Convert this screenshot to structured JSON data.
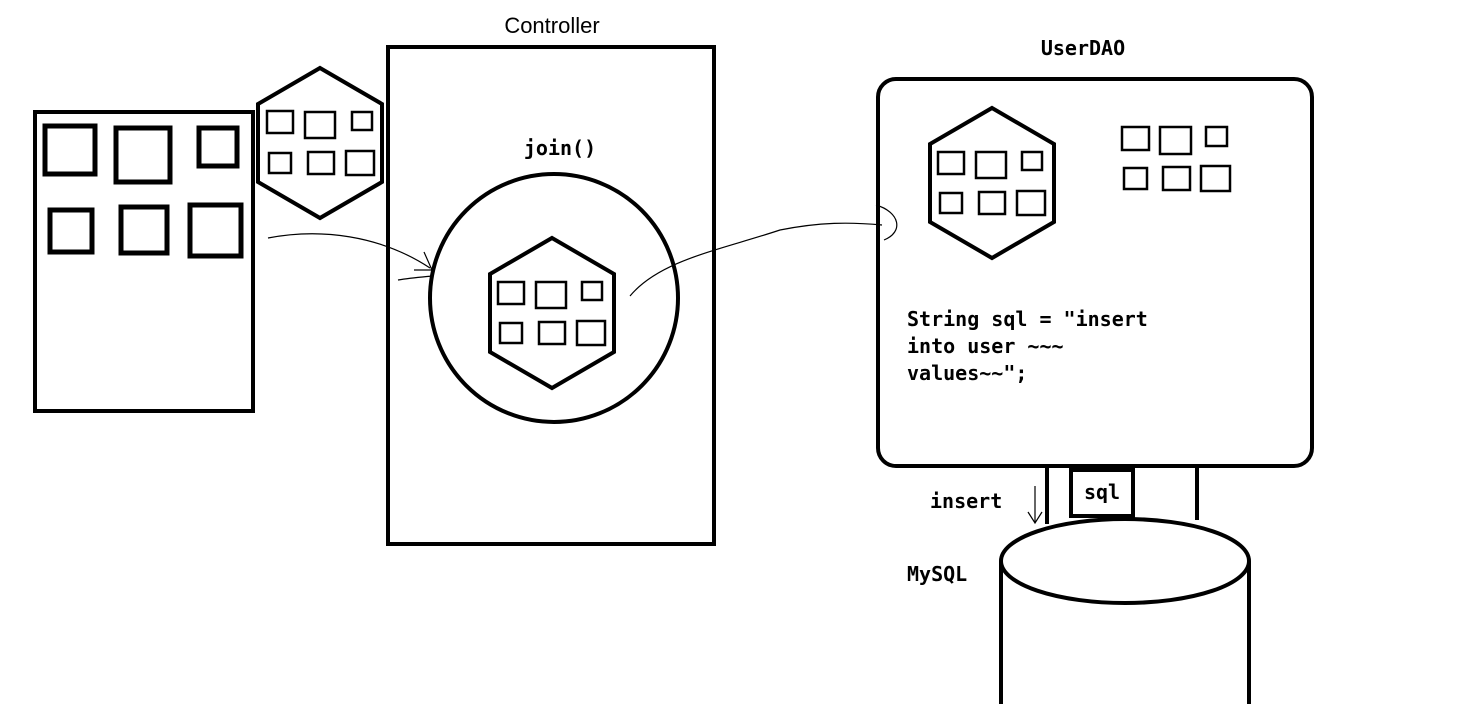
{
  "labels": {
    "controller": "Controller",
    "join": "join()",
    "userdao": "UserDAO",
    "sql_line1": "String sql = \"insert",
    "sql_line2": "into user ~~~",
    "sql_line3": "values~~\";",
    "insert": "insert",
    "sql_box": "sql",
    "mysql": "MySQL"
  },
  "colors": {
    "stroke": "#000000",
    "background": "#ffffff"
  }
}
